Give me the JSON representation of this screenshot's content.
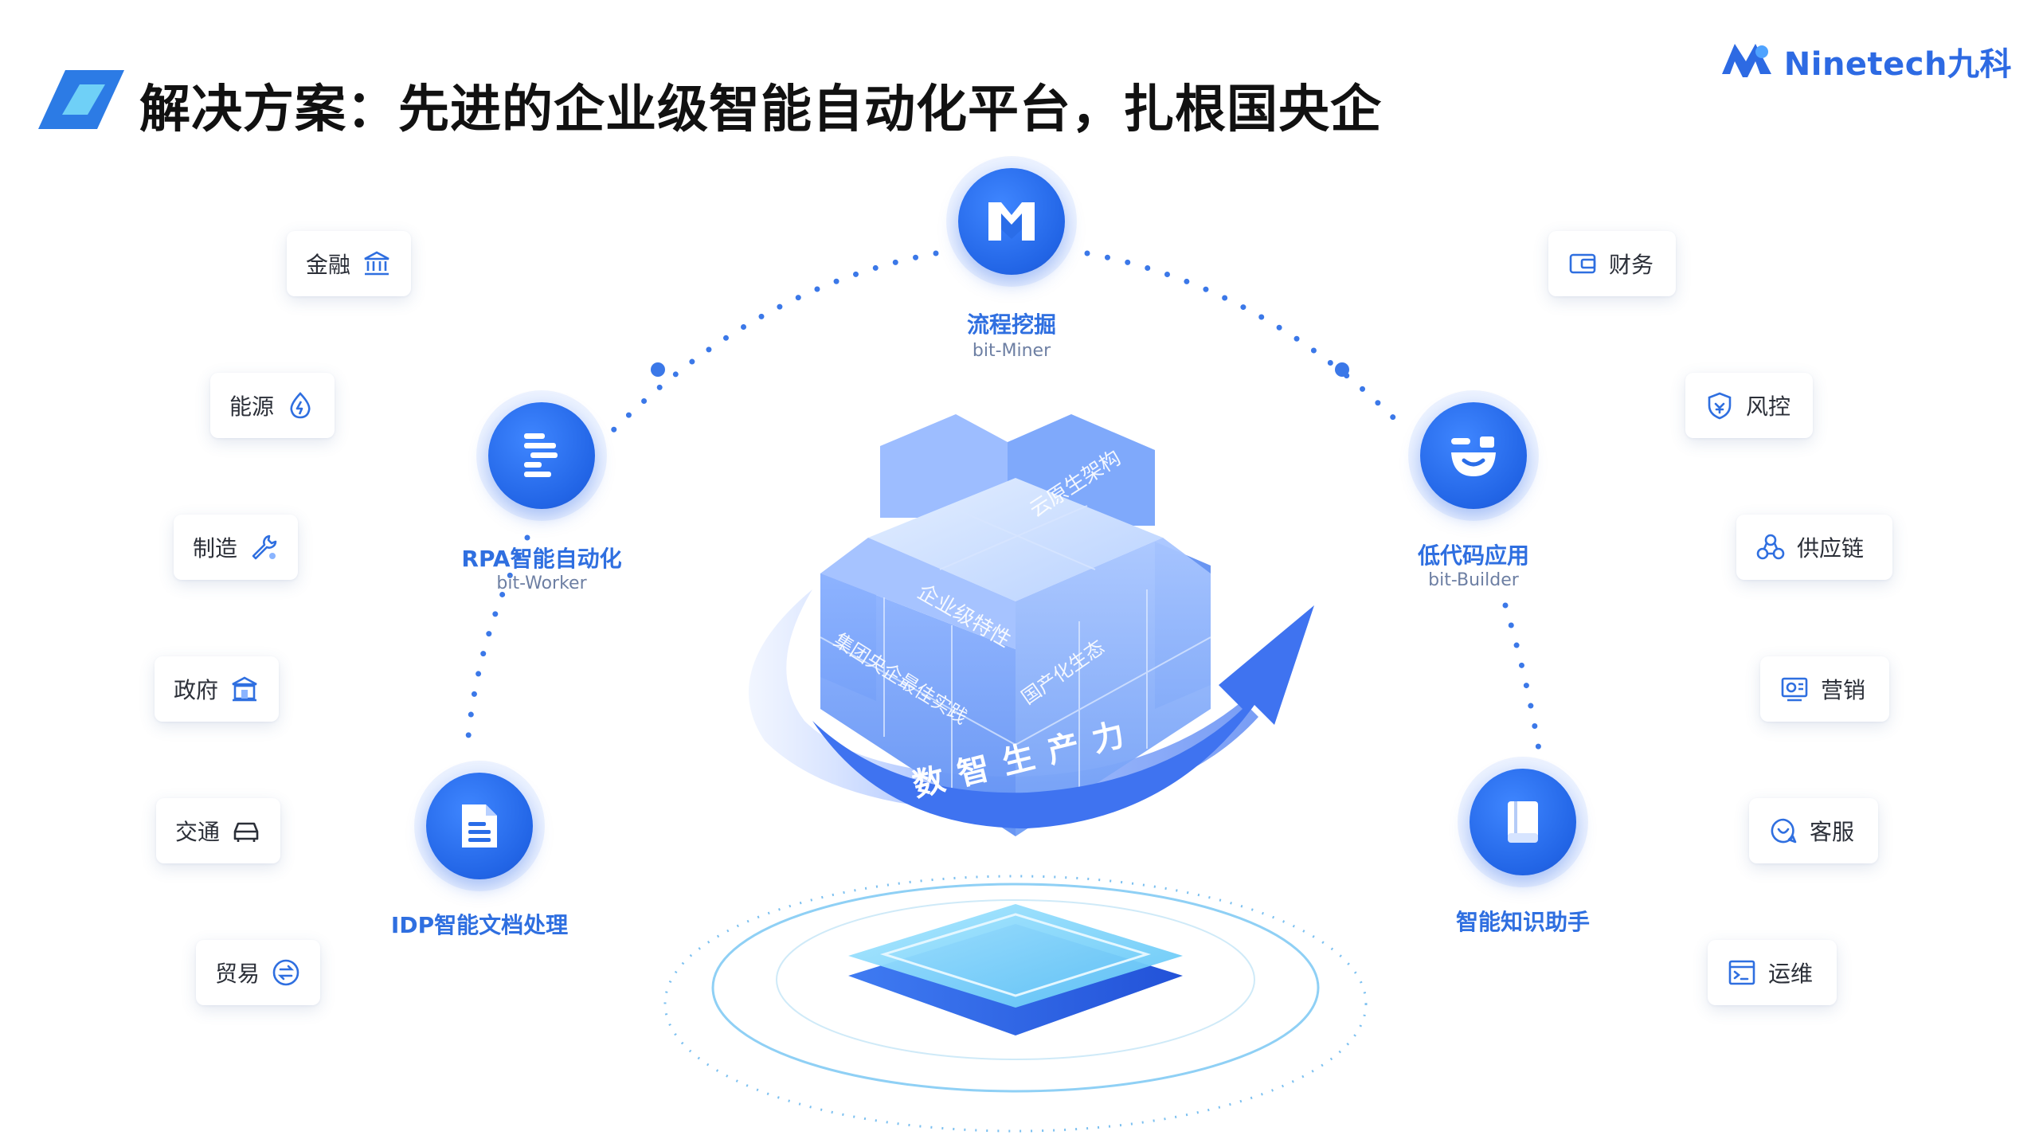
{
  "header": {
    "title": "解决方案：先进的企业级智能自动化平台，扎根国央企"
  },
  "brand": {
    "name": "Ninetech九科",
    "color": "#2d6ae3"
  },
  "center": {
    "cube_faces": [
      "云原生架构",
      "企业级特性",
      "集团央企最佳实践",
      "国产化生态"
    ],
    "arrow_text": "数智生产力"
  },
  "nodes": {
    "miner": {
      "title": "流程挖掘",
      "subtitle": "bit-Miner",
      "icon": "miner-logo-icon"
    },
    "rpa": {
      "title": "RPA智能自动化",
      "subtitle": "bit-Worker",
      "icon": "list-icon"
    },
    "lowcode": {
      "title": "低代码应用",
      "subtitle": "bit-Builder",
      "icon": "smile-face-icon"
    },
    "idp": {
      "title": "IDP智能文档处理",
      "icon": "document-icon"
    },
    "knowledge": {
      "title": "智能知识助手",
      "icon": "book-icon"
    }
  },
  "industries": [
    {
      "label": "金融",
      "icon": "bank-icon"
    },
    {
      "label": "能源",
      "icon": "energy-drop-icon"
    },
    {
      "label": "制造",
      "icon": "wrench-icon"
    },
    {
      "label": "政府",
      "icon": "government-building-icon"
    },
    {
      "label": "交通",
      "icon": "car-icon"
    },
    {
      "label": "贸易",
      "icon": "exchange-icon"
    }
  ],
  "functions": [
    {
      "label": "财务",
      "icon": "wallet-icon"
    },
    {
      "label": "风控",
      "icon": "shield-icon"
    },
    {
      "label": "供应链",
      "icon": "supply-chain-icon"
    },
    {
      "label": "营销",
      "icon": "marketing-icon"
    },
    {
      "label": "客服",
      "icon": "chat-heart-icon"
    },
    {
      "label": "运维",
      "icon": "terminal-icon"
    }
  ],
  "colors": {
    "primary": "#2265e6",
    "label_blue": "#2f6fe0",
    "dot_blue": "#3b78e8"
  }
}
